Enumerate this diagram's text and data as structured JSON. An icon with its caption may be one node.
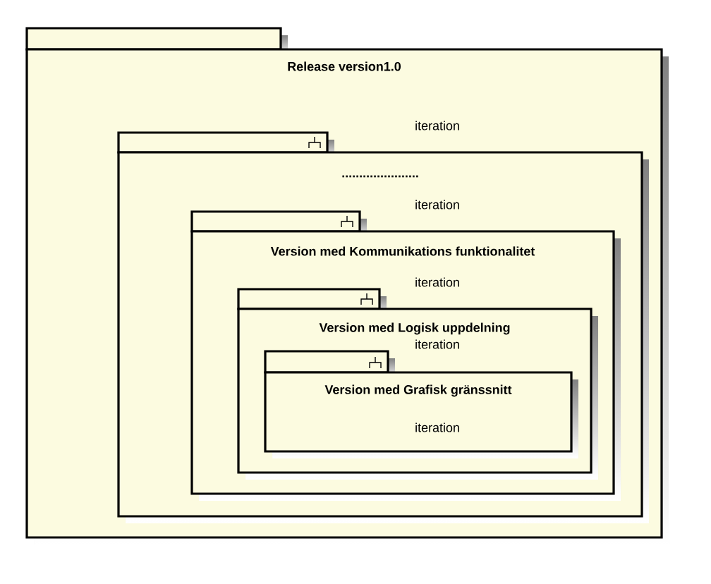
{
  "diagram": {
    "nodes": [
      {
        "text": [
          "Release version1.0"
        ]
      },
      {
        "text": [
          "......................"
        ],
        "beside": [
          "iteration"
        ],
        "in": 0
      },
      {
        "text": [
          "Version med Kommunikations funktionalitet"
        ],
        "beside": [
          "iteration"
        ],
        "in": 1
      },
      {
        "text": [
          "Version med Logisk uppdelning"
        ],
        "beside": [
          "iteration"
        ],
        "in": 2
      },
      {
        "text": [
          "Version med Grafisk gränssnitt",
          "iteration"
        ],
        "beside": [
          "iteration"
        ],
        "in": 3
      }
    ]
  }
}
